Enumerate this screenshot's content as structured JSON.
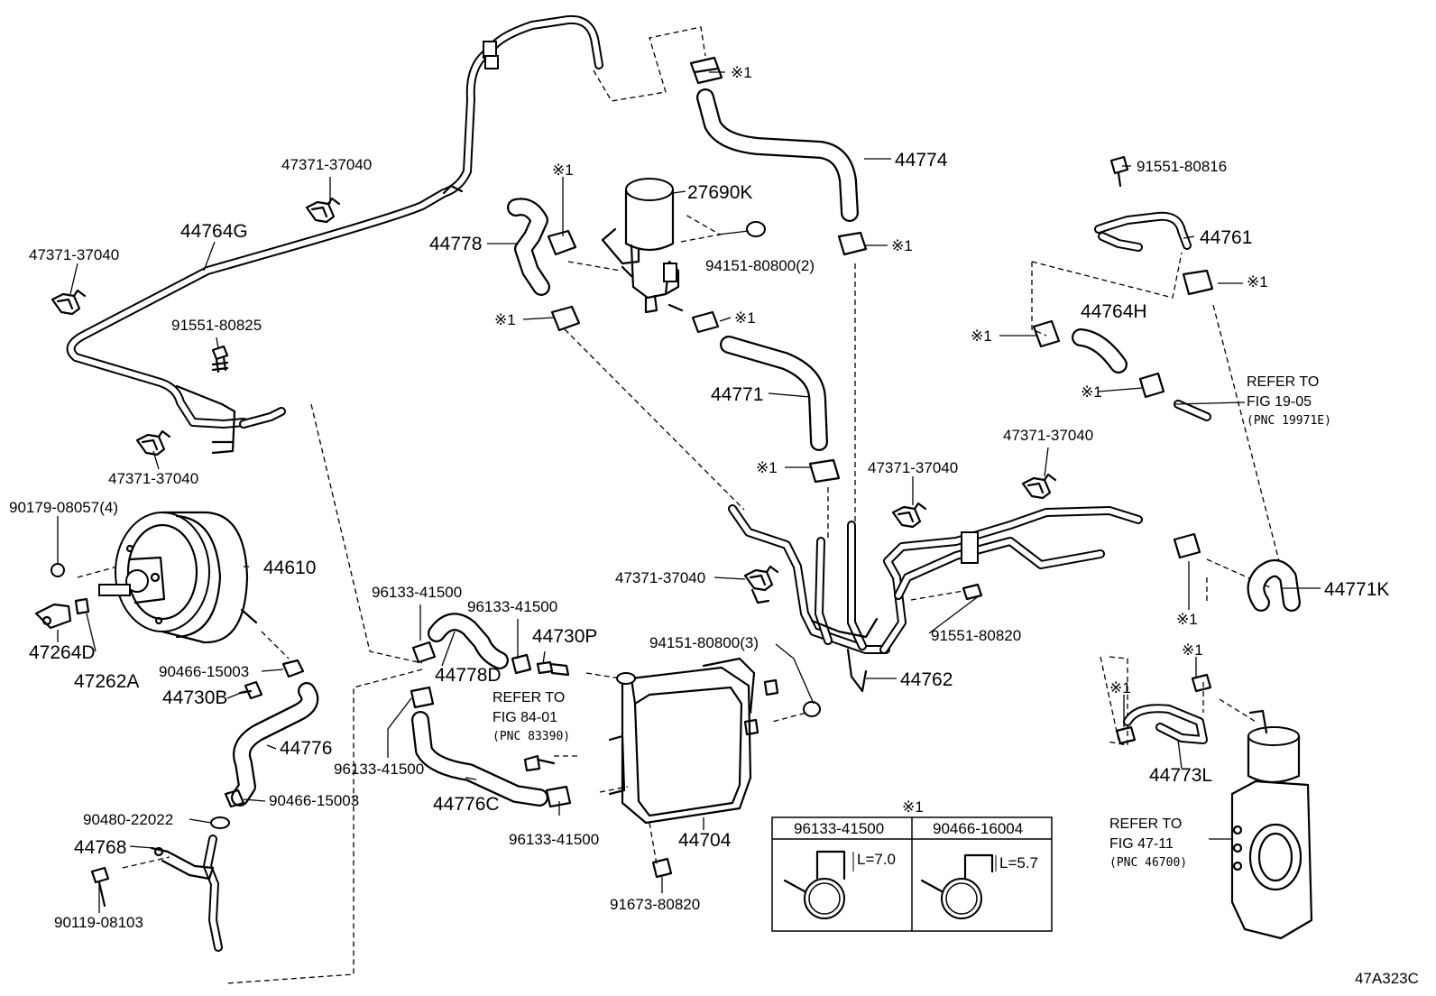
{
  "diagram_code": "47A323C",
  "clamp_mark": "※1",
  "labels": {
    "p47371_top": "47371-37040",
    "p44764G": "44764G",
    "p47371_left": "47371-37040",
    "p91551_80825": "91551-80825",
    "p47371_low": "47371-37040",
    "p90179": "90179-08057(4)",
    "p44610": "44610",
    "p47264D": "47264D",
    "p47262A": "47262A",
    "p90466_a": "90466-15003",
    "p44730B": "44730B",
    "p44776": "44776",
    "p90466_b": "90466-15003",
    "p90480": "90480-22022",
    "p44768": "44768",
    "p90119": "90119-08103",
    "p44778": "44778",
    "p27690K": "27690K",
    "p94151_2": "94151-80800(2)",
    "p44774": "44774",
    "p44771": "44771",
    "p96133_a": "96133-41500",
    "p96133_b": "96133-41500",
    "p44778D": "44778D",
    "p44730P": "44730P",
    "p96133_c": "96133-41500",
    "p44776C": "44776C",
    "p96133_d": "96133-41500",
    "p94151_3": "94151-80800(3)",
    "p44704": "44704",
    "p91673": "91673-80820",
    "p47371_mid": "47371-37040",
    "p47371_center": "47371-37040",
    "p47371_right": "47371-37040",
    "p91551_80820": "91551-80820",
    "p44762": "44762",
    "p91551_80816": "91551-80816",
    "p44761": "44761",
    "p44764H": "44764H",
    "p44771K": "44771K",
    "p44773L": "44773L"
  },
  "refs": {
    "r19": {
      "line1": "REFER TO",
      "line2": "FIG 19-05",
      "line3": "(PNC 19971E)"
    },
    "r84": {
      "line1": "REFER TO",
      "line2": "FIG 84-01",
      "line3": "(PNC 83390)"
    },
    "r47": {
      "line1": "REFER TO",
      "line2": "FIG 47-11",
      "line3": "(PNC 46700)"
    }
  },
  "clamp_table": {
    "title": "※1",
    "col1_part": "96133-41500",
    "col2_part": "90466-16004",
    "col1_dim": "L=7.0",
    "col2_dim": "L=5.7"
  }
}
